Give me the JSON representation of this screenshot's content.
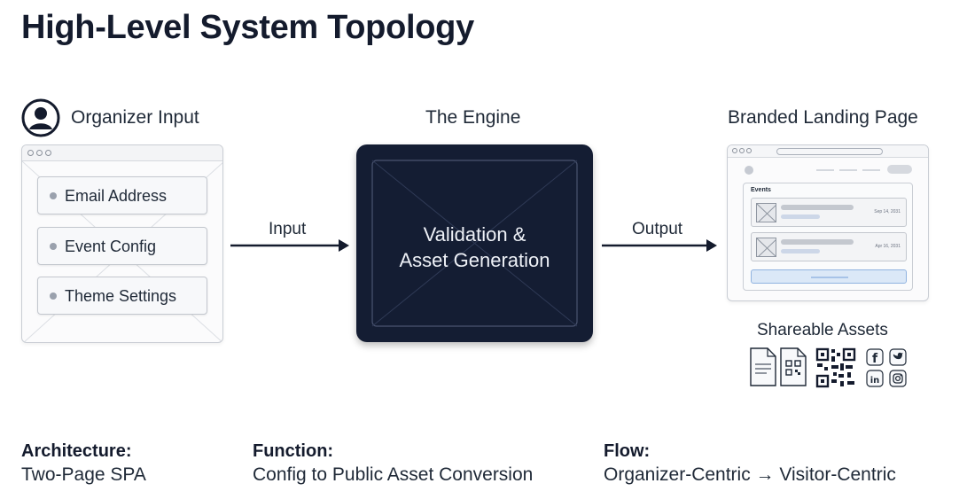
{
  "title": "High-Level System Topology",
  "organizer": {
    "heading": "Organizer Input",
    "fields": [
      "Email Address",
      "Event Config",
      "Theme Settings"
    ]
  },
  "engine": {
    "heading": "The Engine",
    "line1": "Validation &",
    "line2": "Asset Generation"
  },
  "arrows": {
    "input_label": "Input",
    "output_label": "Output"
  },
  "landing": {
    "heading": "Branded Landing Page",
    "events_title": "Events",
    "events": [
      {
        "date": "Sep 14, 2031"
      },
      {
        "date": "Apr 16, 2031"
      }
    ],
    "assets_heading": "Shareable Assets",
    "asset_icons": [
      "document-icon",
      "qr-document-icon",
      "qr-code-icon",
      "facebook-icon",
      "twitter-icon",
      "linkedin-icon",
      "instagram-icon"
    ]
  },
  "info": [
    {
      "heading": "Architecture:",
      "value": "Two-Page SPA"
    },
    {
      "heading": "Function:",
      "value": "Config to Public Asset Conversion"
    },
    {
      "heading": "Flow:",
      "value": "Organizer-Centric → Visitor-Centric"
    }
  ],
  "colors": {
    "engine_bg": "#141d33",
    "text_dark": "#141b2d",
    "accent_blue": "#8fb3e0"
  }
}
